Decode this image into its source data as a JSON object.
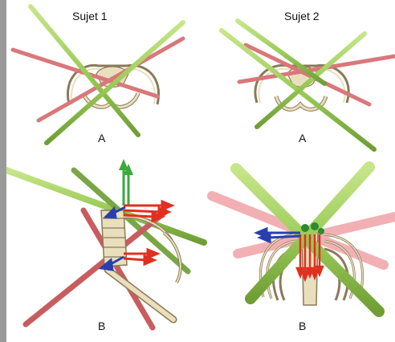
{
  "figure": {
    "column_titles": [
      "Sujet 1",
      "Sujet 2"
    ],
    "panel_labels": {
      "top_left": "A",
      "top_right": "A",
      "bottom_left": "B",
      "bottom_right": "B"
    },
    "colors": {
      "sidebar": "#9a9a9a",
      "green_rod": "#9ccc5a",
      "red_rod": "#d9777a",
      "pink_rod": "#f2b0b4",
      "bone": "#e9dfbd",
      "bone_outline": "#8a7a5a",
      "arrow_red": "#e03020",
      "arrow_blue": "#2a3fae",
      "arrow_green": "#3aaa3a"
    }
  }
}
